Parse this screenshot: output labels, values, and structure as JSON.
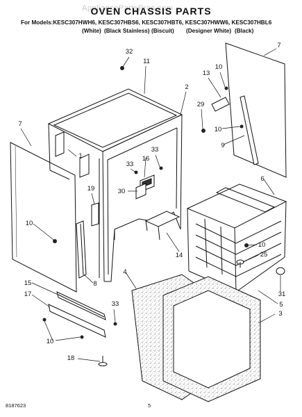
{
  "watermark": "AppliancePartsPros.com",
  "title": "OVEN CHASSIS PARTS",
  "models_line": "For Models:KESC307HWH6, KESC307HBS6, KESC307HBT6, KESC307HWW6, KESC307HBL6",
  "colors": [
    "(White)",
    "(Black Stainless)",
    "(Biscuit)",
    "(Designer White)",
    "(Black)"
  ],
  "callouts": [
    "32",
    "11",
    "7",
    "2",
    "13",
    "10",
    "29",
    "7",
    "1",
    "10",
    "9",
    "33",
    "16",
    "33",
    "30",
    "19",
    "6",
    "10",
    "14",
    "10",
    "25",
    "8",
    "4",
    "31",
    "15",
    "5",
    "17",
    "33",
    "3",
    "10",
    "18"
  ],
  "footer": {
    "doc_number": "8187623",
    "page_number": "5"
  }
}
